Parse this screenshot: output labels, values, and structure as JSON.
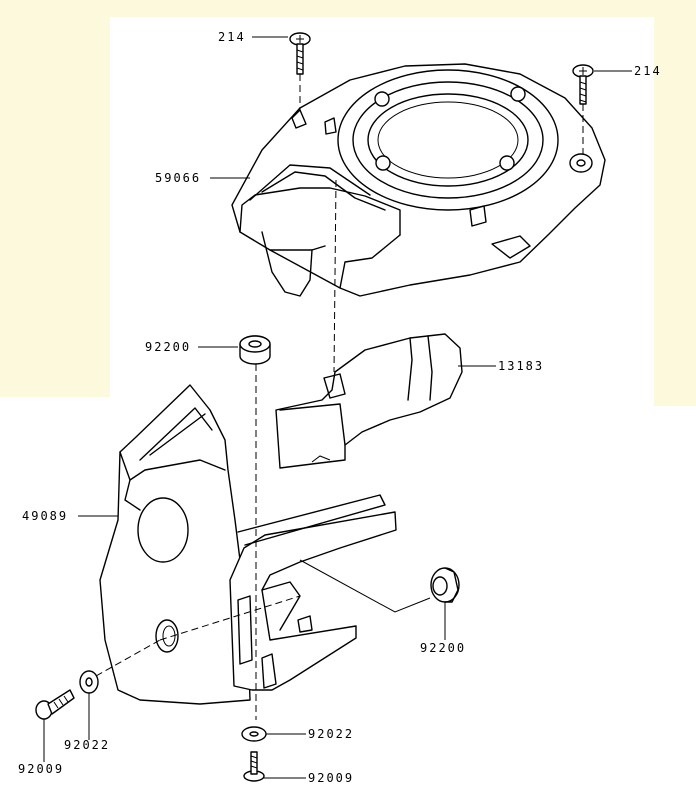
{
  "labels": {
    "screw_top_left": "214",
    "screw_top_right": "214",
    "fan_housing": "59066",
    "grommet_upper": "92200",
    "air_guide": "13183",
    "cylinder_shroud": "49089",
    "grommet_lower": "92200",
    "washer_left": "92022",
    "washer_bottom": "92022",
    "bolt_left": "92009",
    "bolt_bottom": "92009"
  },
  "colors": {
    "background": "#fcf9dc",
    "panel": "#ffffff",
    "ink": "#000000"
  }
}
